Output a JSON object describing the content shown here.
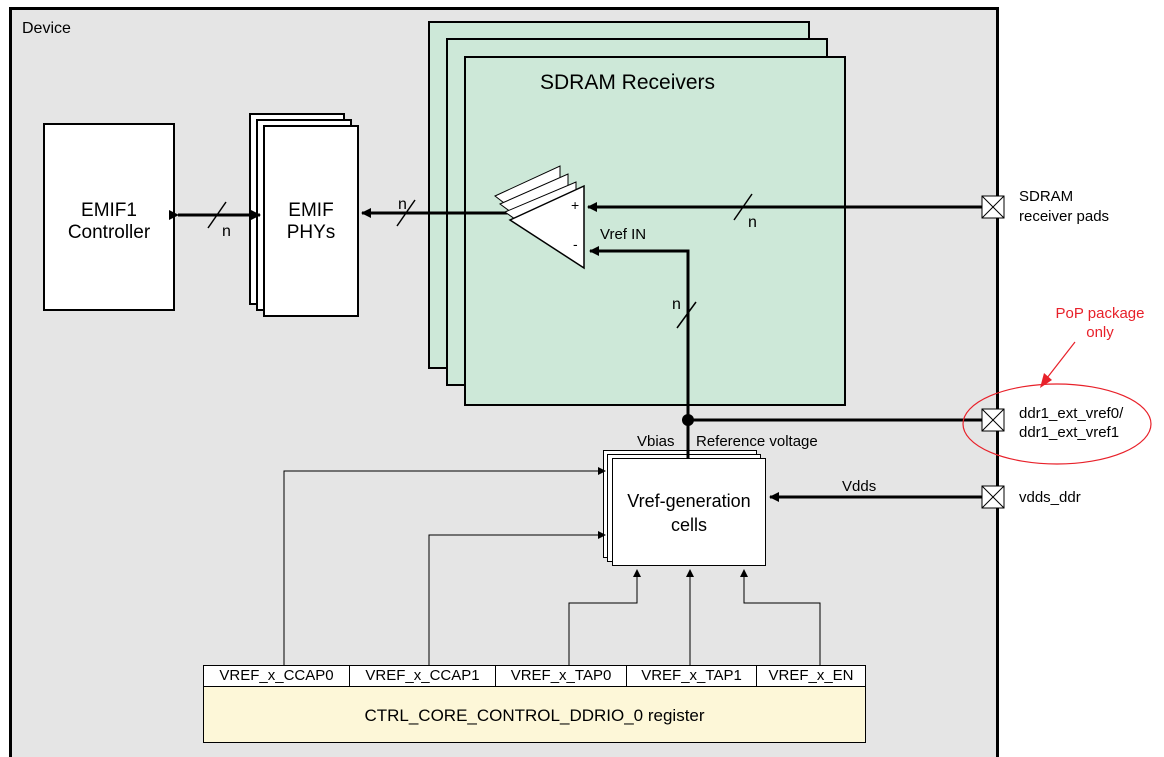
{
  "device_label": "Device",
  "sdram_receivers_title": "SDRAM Receivers",
  "emif1_controller": [
    "EMIF1",
    "Controller"
  ],
  "emif_phys": [
    "EMIF",
    "PHYs"
  ],
  "bus_width_label": "n",
  "comparator": {
    "plus": "+",
    "minus": "-",
    "vref_in": "Vref IN"
  },
  "vref_generation_cells": [
    "Vref-generation",
    "cells"
  ],
  "vbias_label": "Vbias",
  "reference_voltage_label": "Reference voltage",
  "vdds_label": "Vdds",
  "pads": {
    "sdram_receiver_pads": [
      "SDRAM",
      "receiver pads"
    ],
    "ddr1_ext_vref": [
      "ddr1_ext_vref0/",
      "ddr1_ext_vref1"
    ],
    "vdds_ddr": "vdds_ddr"
  },
  "pop_note": [
    "PoP package",
    "only"
  ],
  "register": {
    "fields": [
      "VREF_x_CCAP0",
      "VREF_x_CCAP1",
      "VREF_x_TAP0",
      "VREF_x_TAP1",
      "VREF_x_EN"
    ],
    "name": "CTRL_CORE_CONTROL_DDRIO_0 register"
  },
  "colors": {
    "receiver_fill": "#cde8d8",
    "register_fill": "#fdf7d8",
    "note_red": "#e8212a"
  }
}
